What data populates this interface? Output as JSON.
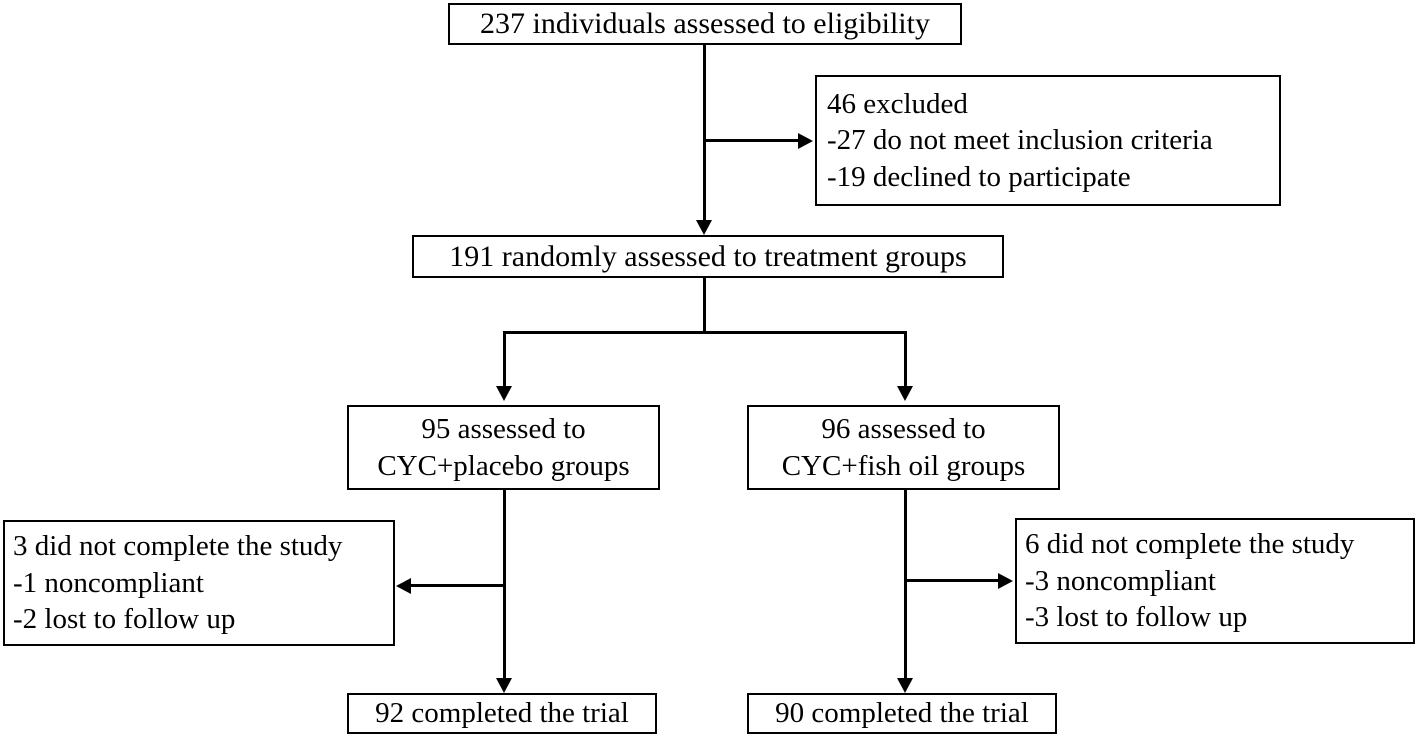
{
  "diagram": {
    "type": "consort-flow-diagram",
    "nodes": {
      "screened": {
        "lines": [
          "237 individuals assessed to eligibility"
        ]
      },
      "excluded": {
        "lines": [
          "46 excluded",
          "-27 do not meet inclusion criteria",
          "-19 declined to participate"
        ]
      },
      "randomized": {
        "lines": [
          "191 randomly assessed to treatment groups"
        ]
      },
      "arm_left": {
        "lines": [
          "95 assessed to",
          "CYC+placebo groups"
        ]
      },
      "arm_right": {
        "lines": [
          "96 assessed to",
          "CYC+fish oil groups"
        ]
      },
      "dropout_left": {
        "lines": [
          "3 did not complete the study",
          "-1 noncompliant",
          "-2 lost to follow up"
        ]
      },
      "dropout_right": {
        "lines": [
          "6 did not complete the study",
          "-3 noncompliant",
          "-3 lost to follow up"
        ]
      },
      "completed_left": {
        "lines": [
          "92 completed the trial"
        ]
      },
      "completed_right": {
        "lines": [
          "90 completed the trial"
        ]
      }
    },
    "colors": {
      "stroke": "#000000",
      "fill": "#ffffff",
      "text": "#000000"
    }
  }
}
